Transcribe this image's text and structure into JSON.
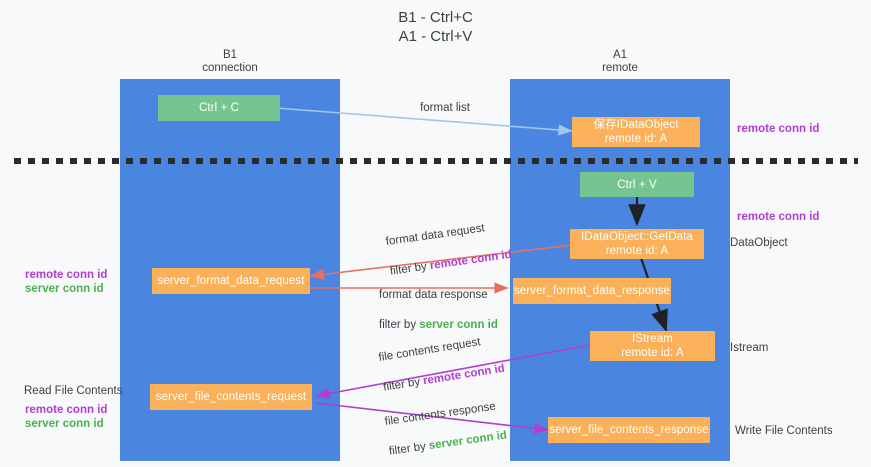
{
  "diagram": {
    "title": "B1 - Ctrl+C\nA1 - Ctrl+V",
    "type": "sequence-swimlane",
    "colors": {
      "lane": "#4a86e0",
      "node_green": "#76c490",
      "node_orange": "#fbb05a",
      "accent_purple": "#b03fd0",
      "accent_green": "#4caf50",
      "arrow_blue": "#9fc8ef",
      "arrow_red": "#e8705f",
      "arrow_magenta": "#e0208f",
      "arrow_violet": "#b03fd0",
      "arrow_black": "#202124",
      "background": "#f8f9fa",
      "text": "#3c4043"
    },
    "lanes": [
      {
        "id": "b1",
        "title": "B1\nconnection"
      },
      {
        "id": "a1",
        "title": "A1\nremote"
      }
    ],
    "nodes": [
      {
        "id": "ctrl-c",
        "label": "Ctrl + C",
        "lane": "b1",
        "style": "green"
      },
      {
        "id": "save-idataobject",
        "label": "保存IDataObject\nremote id: A",
        "lane": "a1",
        "style": "orange"
      },
      {
        "id": "ctrl-v",
        "label": "Ctrl + V",
        "lane": "a1",
        "style": "green"
      },
      {
        "id": "getdata",
        "label": "IDataObject::GetData\nremote id: A",
        "lane": "a1",
        "style": "orange"
      },
      {
        "id": "server-format-data-request",
        "label": "server_format_data_request",
        "lane": "b1",
        "style": "orange"
      },
      {
        "id": "server-format-data-response",
        "label": "server_format_data_response",
        "lane": "a1",
        "style": "orange"
      },
      {
        "id": "istream",
        "label": "IStream\nremote id: A",
        "lane": "a1",
        "style": "orange"
      },
      {
        "id": "server-file-contents-request",
        "label": "server_file_contents_request",
        "lane": "b1",
        "style": "orange"
      },
      {
        "id": "server-file-contents-response",
        "label": "server_file_contents_response",
        "lane": "a1",
        "style": "orange"
      }
    ],
    "edge_labels": [
      {
        "id": "format-list",
        "line1": "format list",
        "line2": "",
        "filter_key": ""
      },
      {
        "id": "format-data-request",
        "line1": "format data request",
        "line2": "filter by ",
        "filter_key": "remote conn id"
      },
      {
        "id": "format-data-response",
        "line1": "format data response",
        "line2": "filter by ",
        "filter_key": "server conn id"
      },
      {
        "id": "file-contents-request",
        "line1": "file contents request",
        "line2": "filter by ",
        "filter_key": "remote conn id"
      },
      {
        "id": "file-contents-response",
        "line1": "file contents response",
        "line2": "filter by ",
        "filter_key": "server conn id"
      }
    ],
    "annotations": {
      "right_top_conn": "remote conn id",
      "right_getdata_conn": "remote conn id",
      "right_dataobject": "DataObject",
      "right_istream": "Istream",
      "right_write_file": "Write File Contents",
      "left_conn_remote": "remote conn id",
      "left_conn_server": "server conn id",
      "left_read_file": "Read File Contents",
      "left_file_conn_remote": "remote conn id",
      "left_file_conn_server": "server conn id"
    }
  }
}
